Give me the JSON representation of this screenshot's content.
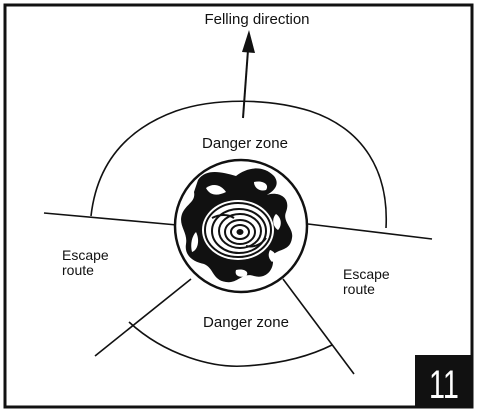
{
  "labels": {
    "felling_direction": "Felling direction",
    "danger_zone_top": "Danger zone",
    "danger_zone_bottom": "Danger zone",
    "escape_route_left_line1": "Escape",
    "escape_route_left_line2": "route",
    "escape_route_right_line1": "Escape",
    "escape_route_right_line2": "route"
  },
  "figure_number": "11",
  "colors": {
    "ink": "#111111",
    "background": "#ffffff",
    "badge": "#111111"
  }
}
